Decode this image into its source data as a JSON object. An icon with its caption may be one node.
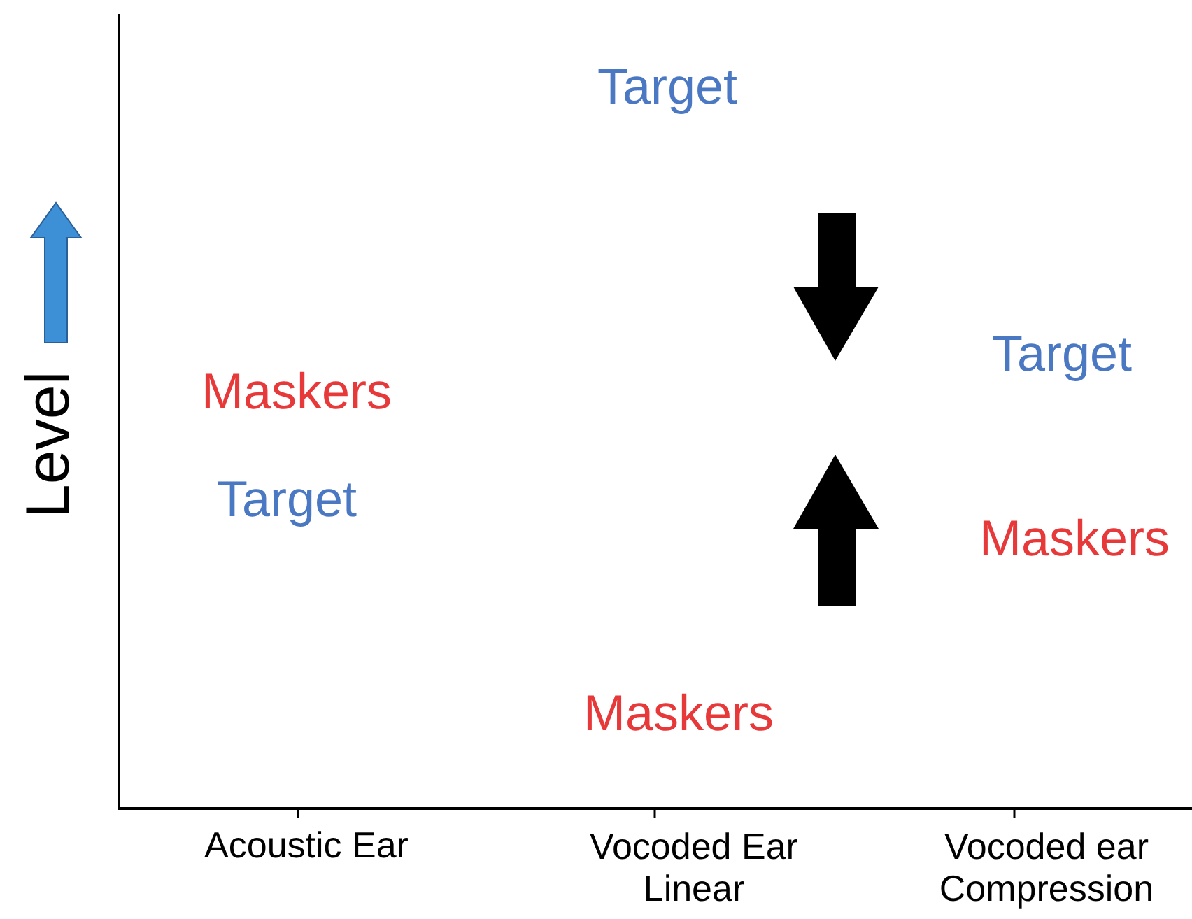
{
  "diagram": {
    "labels": [
      "Target",
      "Target",
      "Maskers",
      "Target",
      "Maskers",
      "Maskers",
      "Level",
      "Acoustic Ear",
      "Vocoded Ear Linear",
      "Vocoded ear Compression"
    ]
  }
}
